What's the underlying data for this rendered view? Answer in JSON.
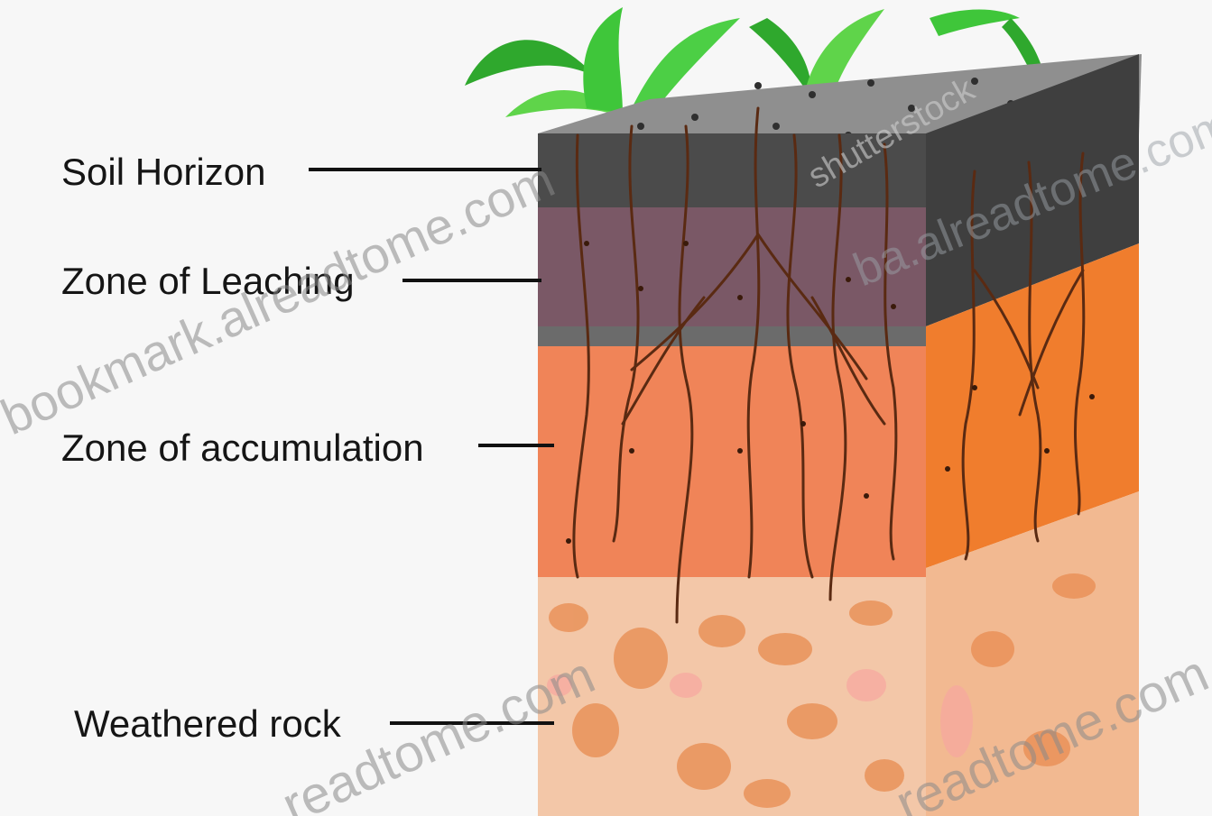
{
  "diagram": {
    "labels": {
      "soil_horizon": "Soil Horizon",
      "leaching": "Zone of Leaching",
      "accumulation": "Zone of accumulation",
      "weathered": "Weathered rock"
    },
    "watermarks": {
      "bookmark": "bookmark.alreadtome.com",
      "shutterstock": "shutterstock",
      "readtome_right": "ba.alreadtome.com",
      "readtome_bottom": "readtome.com",
      "readtome_bottom_right": "readtome.com"
    },
    "colors": {
      "topsoil": "#4b4b4b",
      "leaching": "#7a5866",
      "accumulation": "#f08458",
      "weathered": "#f3c7a8",
      "side_accumulation": "#f07d2d",
      "plants": "#3fc63a",
      "roots": "#5a2a12"
    }
  }
}
